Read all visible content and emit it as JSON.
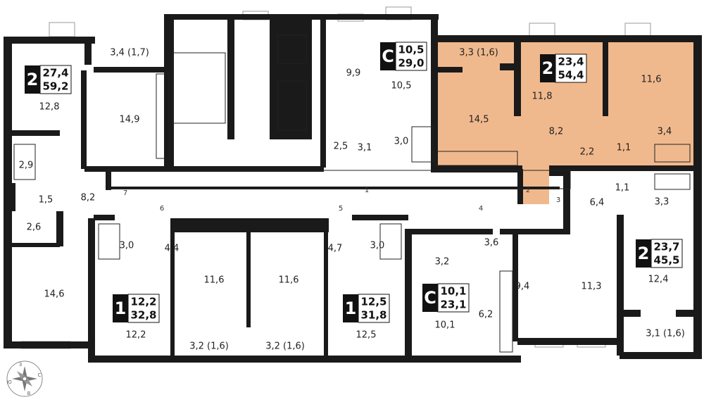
{
  "highlight_color": "#f0b98d",
  "wall_color": "#1a1a1a",
  "rooms": [
    "3,4 (1,7)",
    "12,8",
    "14,9",
    "9,9",
    "10,5",
    "3,3 (1,6)",
    "14,5",
    "11,8",
    "11,6",
    "8,2",
    "3,4",
    "2,2",
    "1,1",
    "2,5",
    "3,1",
    "3,0",
    "2,9",
    "1,5",
    "8,2",
    "2,6",
    "1,1",
    "6,4",
    "3,3",
    "3,0",
    "4,4",
    "4,7",
    "3,0",
    "3,6",
    "3,2",
    "9,4",
    "11,3",
    "12,4",
    "14,6",
    "11,6",
    "11,6",
    "12,2",
    "12,5",
    "10,1",
    "6,2",
    "3,2 (1,6)",
    "3,2 (1,6)",
    "3,1 (1,6)"
  ],
  "apartments": [
    {
      "rooms": "2",
      "living": "27,4",
      "total": "59,2"
    },
    {
      "rooms": "С",
      "living": "10,5",
      "total": "29,0"
    },
    {
      "rooms": "2",
      "living": "23,4",
      "total": "54,4"
    },
    {
      "rooms": "2",
      "living": "23,7",
      "total": "45,5"
    },
    {
      "rooms": "1",
      "living": "12,2",
      "total": "32,8"
    },
    {
      "rooms": "1",
      "living": "12,5",
      "total": "31,8"
    },
    {
      "rooms": "С",
      "living": "10,1",
      "total": "23,1"
    }
  ],
  "doors": [
    "1",
    "2",
    "3",
    "4",
    "5",
    "6",
    "7"
  ],
  "compass": {
    "n": "З",
    "e": "С",
    "s": "В",
    "w": "Ю"
  }
}
